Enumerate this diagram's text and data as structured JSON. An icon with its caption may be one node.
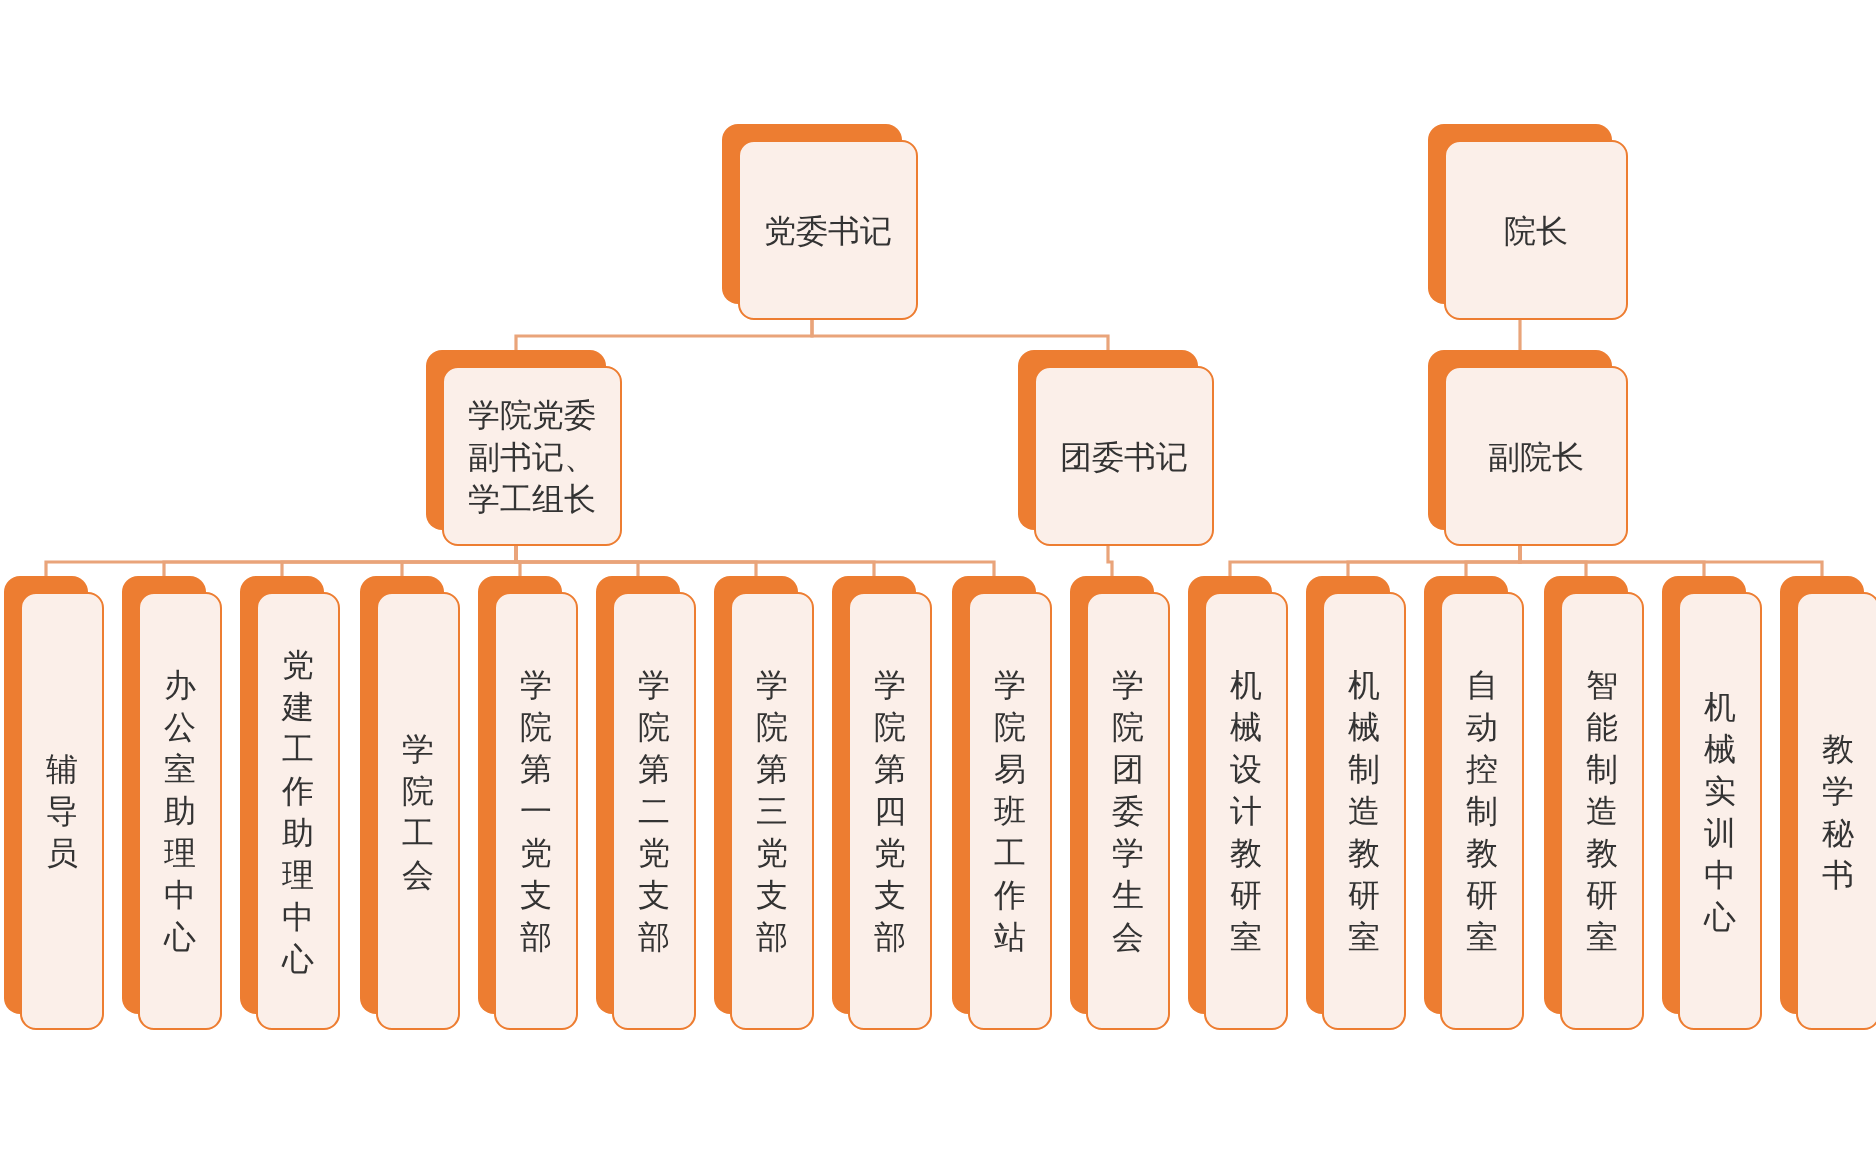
{
  "diagram": {
    "nodes": [
      {
        "text": [
          "党委书记"
        ]
      },
      {
        "text": [
          "学院党委副书记、学工组长"
        ]
      },
      {
        "text": [
          "团委书记"
        ]
      },
      {
        "text": [
          "院长"
        ]
      },
      {
        "text": [
          "副院长"
        ]
      },
      {
        "text": [
          "辅导员"
        ]
      },
      {
        "text": [
          "办公室助理中心"
        ]
      },
      {
        "text": [
          "党建工作助理中心"
        ]
      },
      {
        "text": [
          "学院工会"
        ]
      },
      {
        "text": [
          "学院第一党支部"
        ]
      },
      {
        "text": [
          "学院第二党支部"
        ]
      },
      {
        "text": [
          "学院第三党支部"
        ]
      },
      {
        "text": [
          "学院第四党支部"
        ]
      },
      {
        "text": [
          "学院易班工作站"
        ]
      },
      {
        "text": [
          "学院团委学生会"
        ]
      },
      {
        "text": [
          "机械设计教研室"
        ]
      },
      {
        "text": [
          "机械制造教研室"
        ]
      },
      {
        "text": [
          "自动控制教研室"
        ]
      },
      {
        "text": [
          "智能制造教研室"
        ]
      },
      {
        "text": [
          "机械实训中心"
        ]
      },
      {
        "text": [
          "教学秘书"
        ]
      }
    ],
    "edges": [
      {
        "from": 0,
        "to": 1,
        "arrow": "none"
      },
      {
        "from": 0,
        "to": 2,
        "arrow": "none"
      },
      {
        "from": 3,
        "to": 4,
        "arrow": "none"
      },
      {
        "from": 1,
        "to": 5,
        "arrow": "none"
      },
      {
        "from": 1,
        "to": 6,
        "arrow": "none"
      },
      {
        "from": 1,
        "to": 7,
        "arrow": "none"
      },
      {
        "from": 1,
        "to": 8,
        "arrow": "none"
      },
      {
        "from": 1,
        "to": 9,
        "arrow": "none"
      },
      {
        "from": 1,
        "to": 10,
        "arrow": "none"
      },
      {
        "from": 1,
        "to": 11,
        "arrow": "none"
      },
      {
        "from": 1,
        "to": 12,
        "arrow": "none"
      },
      {
        "from": 1,
        "to": 13,
        "arrow": "none"
      },
      {
        "from": 2,
        "to": 14,
        "arrow": "none"
      },
      {
        "from": 4,
        "to": 15,
        "arrow": "none"
      },
      {
        "from": 4,
        "to": 16,
        "arrow": "none"
      },
      {
        "from": 4,
        "to": 17,
        "arrow": "none"
      },
      {
        "from": 4,
        "to": 18,
        "arrow": "none"
      },
      {
        "from": 4,
        "to": 19,
        "arrow": "none"
      },
      {
        "from": 4,
        "to": 20,
        "arrow": "none"
      }
    ]
  }
}
